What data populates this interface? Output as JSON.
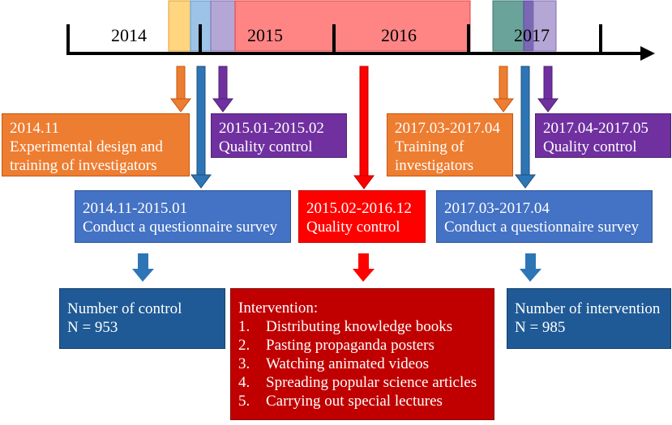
{
  "timeline": {
    "years": [
      "2014",
      "2015",
      "2016",
      "2017"
    ]
  },
  "phases": {
    "design": {
      "lines": [
        "2014.11",
        "Experimental design and",
        "training of investigators"
      ]
    },
    "qc_2015": {
      "lines": [
        "2015.01-2015.02",
        "Quality control"
      ]
    },
    "training_2017": {
      "lines": [
        "2017.03-2017.04",
        "Training of",
        "investigators"
      ]
    },
    "qc_2017": {
      "lines": [
        "2017.04-2017.05",
        "Quality control"
      ]
    },
    "survey_2014": {
      "lines": [
        "2014.11-2015.01",
        "Conduct a questionnaire survey"
      ]
    },
    "qc_main": {
      "lines": [
        "2015.02-2016.12",
        "Quality control"
      ]
    },
    "survey_2017": {
      "lines": [
        "2017.03-2017.04",
        "Conduct a questionnaire survey"
      ]
    }
  },
  "results": {
    "control": {
      "lines": [
        "Number of control",
        "N = 953"
      ]
    },
    "intervention_count": {
      "lines": [
        "Number of intervention",
        "N = 985"
      ]
    },
    "intervention": {
      "title": "Intervention:",
      "items": [
        {
          "num": "1.",
          "text": "Distributing knowledge books"
        },
        {
          "num": "2.",
          "text": "Pasting propaganda posters"
        },
        {
          "num": "3.",
          "text": "Watching animated videos"
        },
        {
          "num": "4.",
          "text": "Spreading popular science articles"
        },
        {
          "num": "5.",
          "text": "Carrying out special lectures"
        }
      ]
    }
  },
  "colors": {
    "orange": "#ed7d31",
    "purple": "#7030a0",
    "blue": "#4472c4",
    "red": "#ff0000",
    "navy": "#1f5a96",
    "dark_red": "#c00000"
  }
}
